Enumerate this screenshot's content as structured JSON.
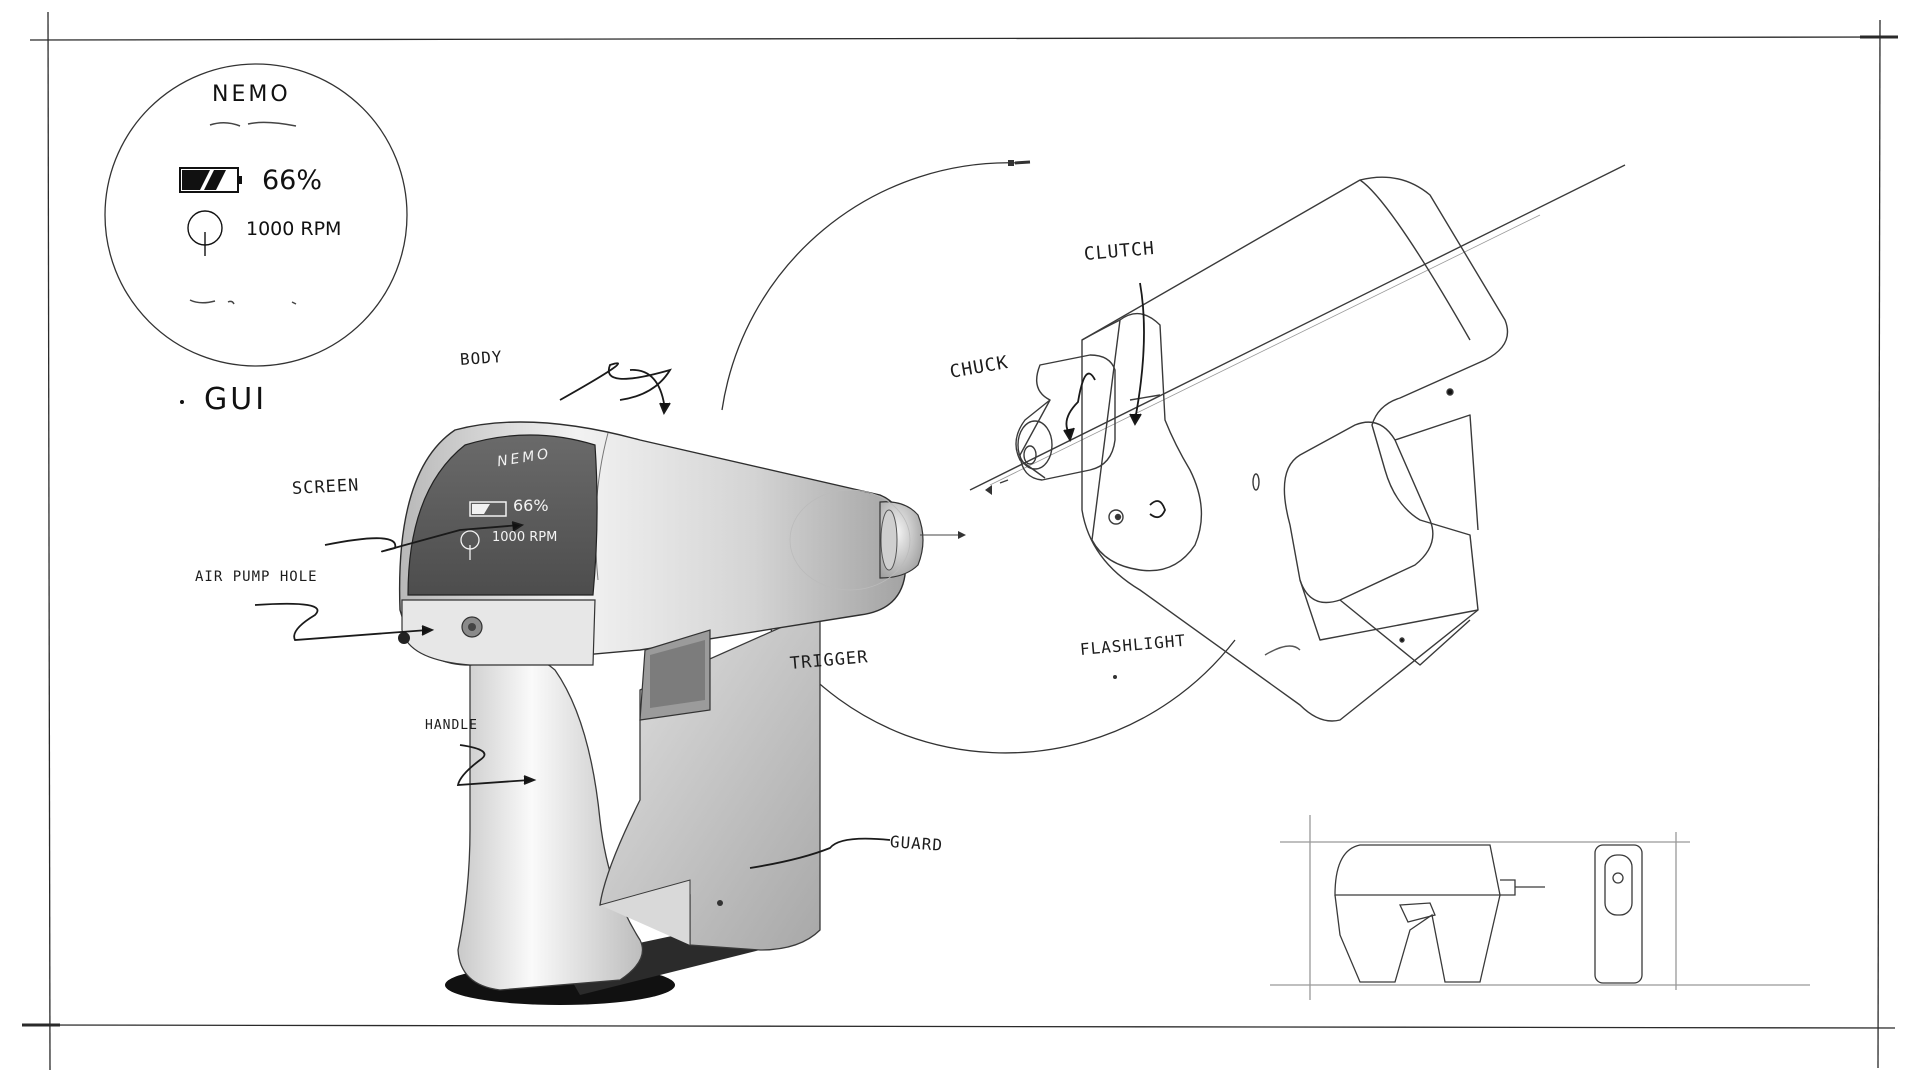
{
  "gui": {
    "brand": "NEMO",
    "battery_text": "66%",
    "rpm_text": "1000 RPM",
    "title": "GUI"
  },
  "screen": {
    "brand": "NEMO",
    "battery_text": "66%",
    "rpm_text": "1000 RPM"
  },
  "callouts": {
    "body": "BODY",
    "screen": "SCREEN",
    "air_pump_hole": "AIR PUMP HOLE",
    "handle": "HANDLE",
    "trigger": "TRIGGER",
    "guard": "GUARD",
    "chuck": "CHUCK",
    "clutch": "CLUTCH",
    "flashlight": "FLASHLIGHT"
  },
  "colors": {
    "ink": "#1c1c1c",
    "screen": "#5f5f5f",
    "body_light": "#eeeeee",
    "body_shadow": "#9a9a9a",
    "floor_shadow": "#1a1a1a"
  }
}
